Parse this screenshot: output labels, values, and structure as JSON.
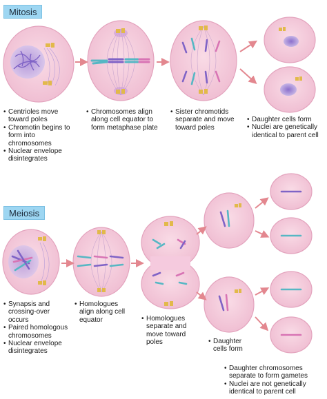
{
  "mitosis": {
    "tag": "Mitosis",
    "captions": [
      [
        "Centrioles move toward poles",
        "Chromotin begins to form into chromosomes",
        "Nuclear envelope disintegrates"
      ],
      [
        "Chromosomes align along cell equator to form metaphase plate"
      ],
      [
        "Sister chromotids separate and move toward poles"
      ],
      [
        "Daughter cells form",
        "Nuclei are genetically identical to parent cell"
      ]
    ]
  },
  "meiosis": {
    "tag": "Meiosis",
    "captions": [
      [
        "Synapsis and crossing-over occurs",
        "Paired homologous chromosomes",
        "Nuclear envelope disintegrates"
      ],
      [
        "Homologues align along cell equator"
      ],
      [
        "Homologues separate and move toward poles"
      ],
      [
        "Daughter cells form"
      ],
      [
        "Daughter chromosomes separate to form gametes",
        "Nuclei are not genetically identical to parent cell"
      ]
    ]
  },
  "colors": {
    "cell_fill": "#f4c9da",
    "cell_stroke": "#e3a3bd",
    "nucleus": "#b9a6dc",
    "chromosome_purple": "#7f63c6",
    "chromosome_teal": "#56b7c4",
    "chromosome_pink": "#d874b4",
    "centriole": "#e2b94a",
    "arrow": "#e3878f",
    "tag_fill": "#9dd6f2"
  }
}
